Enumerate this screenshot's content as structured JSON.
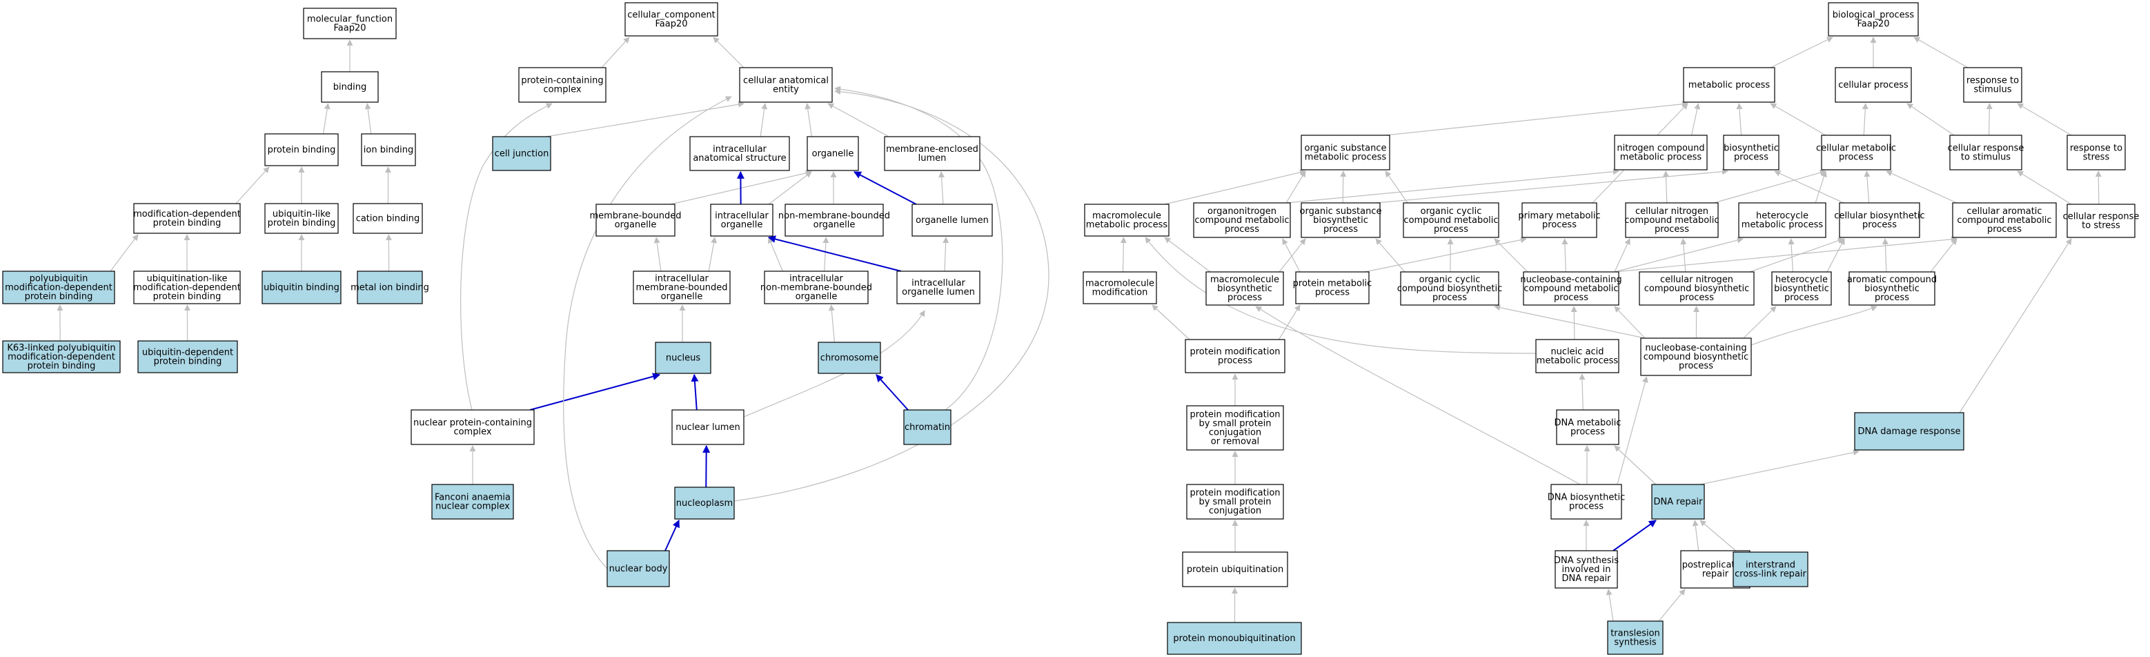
{
  "title": "",
  "colors": {
    "plain_fill": "#ffffff",
    "highlight_fill": "#add8e6",
    "stroke": "#000000",
    "gray_edge": "#bebebe",
    "blue_edge": "#0000cd"
  },
  "nodes": [
    {
      "id": "mf",
      "label": [
        "molecular_function",
        "Faap20"
      ],
      "highlight": false
    },
    {
      "id": "binding",
      "label": [
        "binding"
      ],
      "highlight": false
    },
    {
      "id": "protein-binding",
      "label": [
        "protein binding"
      ],
      "highlight": false
    },
    {
      "id": "ion-binding",
      "label": [
        "ion binding"
      ],
      "highlight": false
    },
    {
      "id": "mod-dep-pb",
      "label": [
        "modification-dependent",
        "protein binding"
      ],
      "highlight": false
    },
    {
      "id": "ubl-pb",
      "label": [
        "ubiquitin-like",
        "protein binding"
      ],
      "highlight": false
    },
    {
      "id": "cation-binding",
      "label": [
        "cation binding"
      ],
      "highlight": false
    },
    {
      "id": "polyub-mod-dep",
      "label": [
        "polyubiquitin",
        "modification-dependent",
        "protein binding"
      ],
      "highlight": true
    },
    {
      "id": "ubl-mod-dep",
      "label": [
        "ubiquitination-like",
        "modification-dependent",
        "protein binding"
      ],
      "highlight": false
    },
    {
      "id": "ub-binding",
      "label": [
        "ubiquitin binding"
      ],
      "highlight": true
    },
    {
      "id": "metal-ion",
      "label": [
        "metal ion binding"
      ],
      "highlight": true
    },
    {
      "id": "k63",
      "label": [
        "K63-linked polyubiquitin",
        "modification-dependent",
        "protein binding"
      ],
      "highlight": true
    },
    {
      "id": "ub-dep-pb",
      "label": [
        "ubiquitin-dependent",
        "protein binding"
      ],
      "highlight": true
    },
    {
      "id": "cc",
      "label": [
        "cellular_component",
        "Faap20"
      ],
      "highlight": false
    },
    {
      "id": "pcc",
      "label": [
        "protein-containing",
        "complex"
      ],
      "highlight": false
    },
    {
      "id": "cae",
      "label": [
        "cellular anatomical",
        "entity"
      ],
      "highlight": false
    },
    {
      "id": "cell-junction",
      "label": [
        "cell junction"
      ],
      "highlight": true
    },
    {
      "id": "ias",
      "label": [
        "intracellular",
        "anatomical structure"
      ],
      "highlight": false
    },
    {
      "id": "organelle",
      "label": [
        "organelle"
      ],
      "highlight": false
    },
    {
      "id": "mel",
      "label": [
        "membrane-enclosed",
        "lumen"
      ],
      "highlight": false
    },
    {
      "id": "mbo",
      "label": [
        "membrane-bounded",
        "organelle"
      ],
      "highlight": false
    },
    {
      "id": "io",
      "label": [
        "intracellular",
        "organelle"
      ],
      "highlight": false
    },
    {
      "id": "nmbo",
      "label": [
        "non-membrane-bounded",
        "organelle"
      ],
      "highlight": false
    },
    {
      "id": "ol",
      "label": [
        "organelle lumen"
      ],
      "highlight": false
    },
    {
      "id": "imbo",
      "label": [
        "intracellular",
        "membrane-bounded",
        "organelle"
      ],
      "highlight": false
    },
    {
      "id": "inmbo",
      "label": [
        "intracellular",
        "non-membrane-bounded",
        "organelle"
      ],
      "highlight": false
    },
    {
      "id": "iol",
      "label": [
        "intracellular",
        "organelle lumen"
      ],
      "highlight": false
    },
    {
      "id": "nucleus",
      "label": [
        "nucleus"
      ],
      "highlight": true
    },
    {
      "id": "chromosome",
      "label": [
        "chromosome"
      ],
      "highlight": true
    },
    {
      "id": "npcc",
      "label": [
        "nuclear protein-containing",
        "complex"
      ],
      "highlight": false
    },
    {
      "id": "nuclear-lumen",
      "label": [
        "nuclear lumen"
      ],
      "highlight": false
    },
    {
      "id": "chromatin",
      "label": [
        "chromatin"
      ],
      "highlight": true
    },
    {
      "id": "fanc",
      "label": [
        "Fanconi anaemia",
        "nuclear complex"
      ],
      "highlight": true
    },
    {
      "id": "nucleoplasm",
      "label": [
        "nucleoplasm"
      ],
      "highlight": true
    },
    {
      "id": "nuclear-body",
      "label": [
        "nuclear body"
      ],
      "highlight": true
    },
    {
      "id": "bp",
      "label": [
        "biological_process",
        "Faap20"
      ],
      "highlight": false
    },
    {
      "id": "metabolic",
      "label": [
        "metabolic process"
      ],
      "highlight": false
    },
    {
      "id": "cellular-process",
      "label": [
        "cellular process"
      ],
      "highlight": false
    },
    {
      "id": "resp-stim",
      "label": [
        "response to",
        "stimulus"
      ],
      "highlight": false
    },
    {
      "id": "osmp",
      "label": [
        "organic substance",
        "metabolic process"
      ],
      "highlight": false
    },
    {
      "id": "ncmp",
      "label": [
        "nitrogen compound",
        "metabolic process"
      ],
      "highlight": false
    },
    {
      "id": "biosyn",
      "label": [
        "biosynthetic",
        "process"
      ],
      "highlight": false
    },
    {
      "id": "cmp",
      "label": [
        "cellular metabolic",
        "process"
      ],
      "highlight": false
    },
    {
      "id": "crs",
      "label": [
        "cellular response",
        "to stimulus"
      ],
      "highlight": false
    },
    {
      "id": "resp-stress",
      "label": [
        "response to",
        "stress"
      ],
      "highlight": false
    },
    {
      "id": "mmp",
      "label": [
        "macromolecule",
        "metabolic process"
      ],
      "highlight": false
    },
    {
      "id": "oncmp",
      "label": [
        "organonitrogen",
        "compound metabolic",
        "process"
      ],
      "highlight": false
    },
    {
      "id": "osbp",
      "label": [
        "organic substance",
        "biosynthetic",
        "process"
      ],
      "highlight": false
    },
    {
      "id": "occmp",
      "label": [
        "organic cyclic",
        "compound metabolic",
        "process"
      ],
      "highlight": false
    },
    {
      "id": "pmp",
      "label": [
        "primary metabolic",
        "process"
      ],
      "highlight": false
    },
    {
      "id": "cncmp",
      "label": [
        "cellular nitrogen",
        "compound metabolic",
        "process"
      ],
      "highlight": false
    },
    {
      "id": "hmp",
      "label": [
        "heterocycle",
        "metabolic process"
      ],
      "highlight": false
    },
    {
      "id": "cbp",
      "label": [
        "cellular biosynthetic",
        "process"
      ],
      "highlight": false
    },
    {
      "id": "cacmp",
      "label": [
        "cellular aromatic",
        "compound metabolic",
        "process"
      ],
      "highlight": false
    },
    {
      "id": "crstress",
      "label": [
        "cellular response",
        "to stress"
      ],
      "highlight": false
    },
    {
      "id": "mm-mod",
      "label": [
        "macromolecule",
        "modification"
      ],
      "highlight": false
    },
    {
      "id": "mm-biosyn",
      "label": [
        "macromolecule",
        "biosynthetic",
        "process"
      ],
      "highlight": false
    },
    {
      "id": "prot-met",
      "label": [
        "protein metabolic",
        "process"
      ],
      "highlight": false
    },
    {
      "id": "occbp",
      "label": [
        "organic cyclic",
        "compound biosynthetic",
        "process"
      ],
      "highlight": false
    },
    {
      "id": "nccmp",
      "label": [
        "nucleobase-containing",
        "compound metabolic",
        "process"
      ],
      "highlight": false
    },
    {
      "id": "cncbp",
      "label": [
        "cellular nitrogen",
        "compound biosynthetic",
        "process"
      ],
      "highlight": false
    },
    {
      "id": "hbp",
      "label": [
        "heterocycle",
        "biosynthetic",
        "process"
      ],
      "highlight": false
    },
    {
      "id": "acbp",
      "label": [
        "aromatic compound",
        "biosynthetic",
        "process"
      ],
      "highlight": false
    },
    {
      "id": "prot-mod",
      "label": [
        "protein modification",
        "process"
      ],
      "highlight": false
    },
    {
      "id": "namp",
      "label": [
        "nucleic acid",
        "metabolic process"
      ],
      "highlight": false
    },
    {
      "id": "nccbp",
      "label": [
        "nucleobase-containing",
        "compound biosynthetic",
        "process"
      ],
      "highlight": false
    },
    {
      "id": "pmsp",
      "label": [
        "protein modification",
        "by small protein",
        "conjugation",
        "or removal"
      ],
      "highlight": false
    },
    {
      "id": "dna-met",
      "label": [
        "DNA metabolic",
        "process"
      ],
      "highlight": false
    },
    {
      "id": "dna-damage",
      "label": [
        "DNA damage response"
      ],
      "highlight": true
    },
    {
      "id": "pmspc",
      "label": [
        "protein modification",
        "by small protein",
        "conjugation"
      ],
      "highlight": false
    },
    {
      "id": "dna-biosyn",
      "label": [
        "DNA biosynthetic",
        "process"
      ],
      "highlight": false
    },
    {
      "id": "dna-repair",
      "label": [
        "DNA repair"
      ],
      "highlight": true
    },
    {
      "id": "prot-ub",
      "label": [
        "protein ubiquitination"
      ],
      "highlight": false
    },
    {
      "id": "dna-syn-repair",
      "label": [
        "DNA synthesis",
        "involved in",
        "DNA repair"
      ],
      "highlight": false
    },
    {
      "id": "postrep",
      "label": [
        "postreplication",
        "repair"
      ],
      "highlight": false
    },
    {
      "id": "icl",
      "label": [
        "interstrand",
        "cross-link repair"
      ],
      "highlight": true
    },
    {
      "id": "prot-monoub",
      "label": [
        "protein monoubiquitination"
      ],
      "highlight": true
    },
    {
      "id": "tls",
      "label": [
        "translesion",
        "synthesis"
      ],
      "highlight": true
    }
  ]
}
